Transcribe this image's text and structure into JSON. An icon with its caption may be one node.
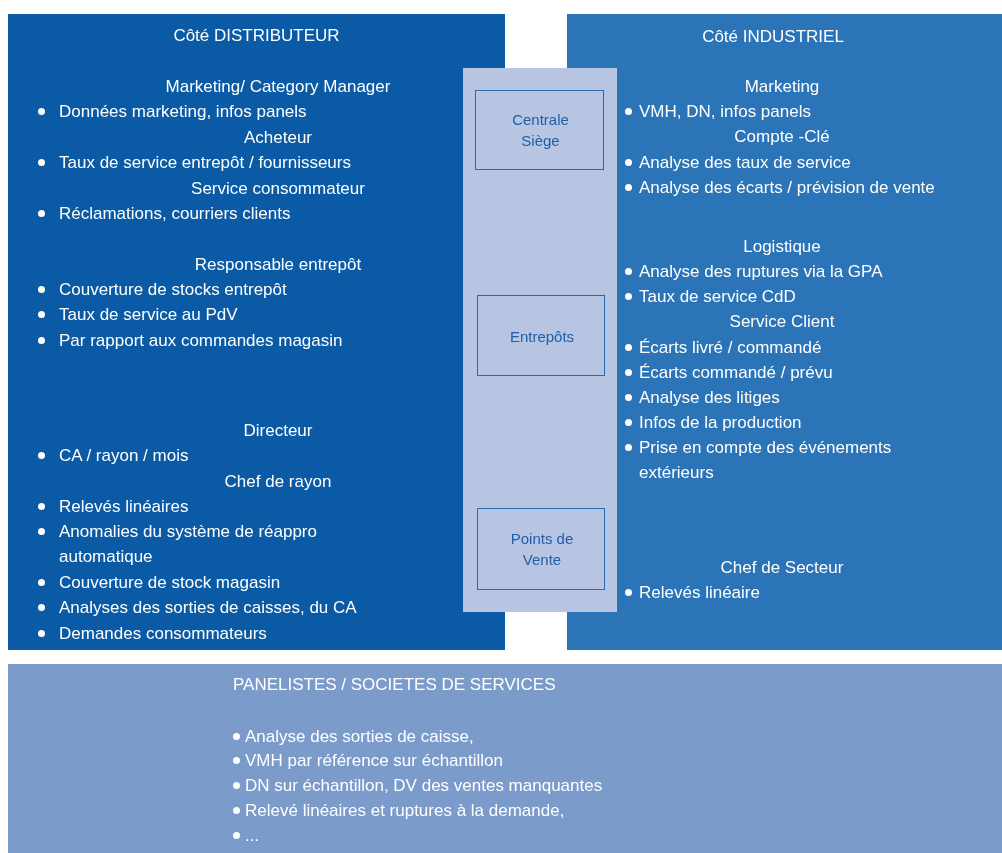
{
  "diagram": {
    "nodes": [
      {
        "text": [
          "Côté DISTRIBUTEUR",
          "Marketing/ Category Manager",
          "Données marketing, infos panels",
          "Acheteur",
          "Taux de service entrepôt / fournisseurs",
          "Service consommateur",
          "Réclamations, courriers clients",
          "Responsable entrepôt",
          "Couverture de stocks entrepôt",
          "Taux de service au PdV",
          "Par rapport aux commandes magasin",
          "Directeur",
          "CA / rayon / mois",
          "Chef de rayon",
          "Relevés linéaires",
          "Anomalies du système de réappro automatique",
          "Couverture de stock magasin",
          "Analyses des sorties de caisses, du CA",
          "Demandes consommateurs"
        ]
      },
      {
        "text": [],
        "shape": "bar"
      },
      {
        "text": [
          "Centrale Siège"
        ],
        "in": 1
      },
      {
        "text": [
          "Entrepôts"
        ],
        "in": 1
      },
      {
        "text": [
          "Points de Vente"
        ],
        "in": 1
      },
      {
        "text": [
          "Côté INDUSTRIEL",
          "Marketing",
          "VMH, DN, infos panels",
          "Compte -Clé",
          "Analyse des taux de service",
          "Analyse des écarts / prévision de vente",
          "Logistique",
          "Analyse des ruptures via la GPA",
          "Taux de service CdD",
          "Service Client",
          "Écarts livré / commandé",
          "Écarts commandé / prévu",
          "Analyse des litiges",
          "Infos de la production",
          "Prise en compte des événements extérieurs",
          "Chef de Secteur",
          "Relevés linéaire"
        ]
      },
      {
        "text": [
          "PANELISTES / SOCIETES DE SERVICES",
          "Analyse des sorties de caisse,",
          "VMH par référence sur échantillon",
          "DN sur échantillon, DV des ventes manquantes",
          "Relevé linéaires et ruptures à la demande,",
          "..."
        ]
      }
    ]
  }
}
